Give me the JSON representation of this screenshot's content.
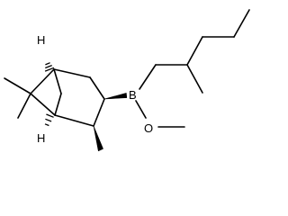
{
  "molecule": {
    "atom_labels": {
      "boron": "B",
      "oxygen": "O",
      "hydrogen_top": "H",
      "hydrogen_bottom": "H"
    }
  }
}
